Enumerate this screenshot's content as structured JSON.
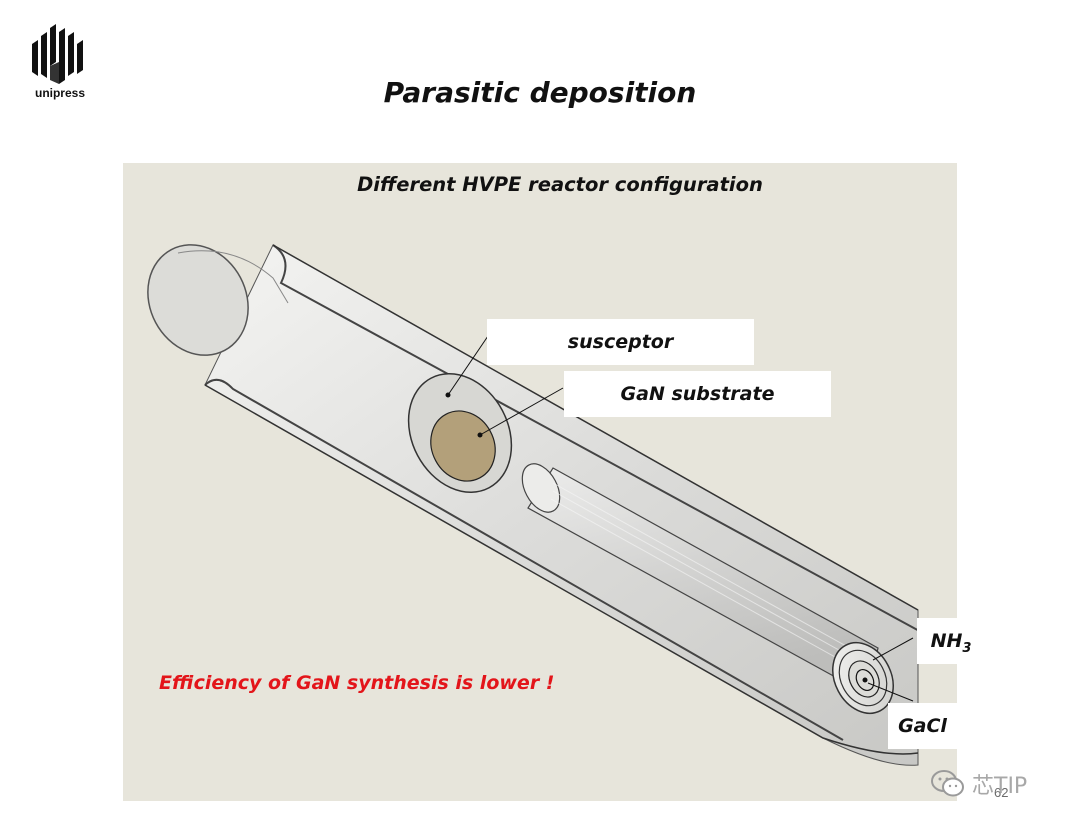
{
  "logo": {
    "name": "unipress"
  },
  "title": "Parasitic deposition",
  "panel": {
    "title": "Different HVPE reactor configuration",
    "labels": {
      "susceptor": "susceptor",
      "substrate": "GaN substrate",
      "nh3_base": "NH",
      "nh3_sub": "3",
      "gacl": "GaCl"
    },
    "note": "Efficiency of GaN synthesis is lower !"
  },
  "page_number": "62",
  "watermark": {
    "text": "芯TIP",
    "icon": "wechat-icon"
  },
  "colors": {
    "panel_bg": "#e7e5db",
    "note": "#e3151a",
    "substrate": "#b3a07a"
  }
}
